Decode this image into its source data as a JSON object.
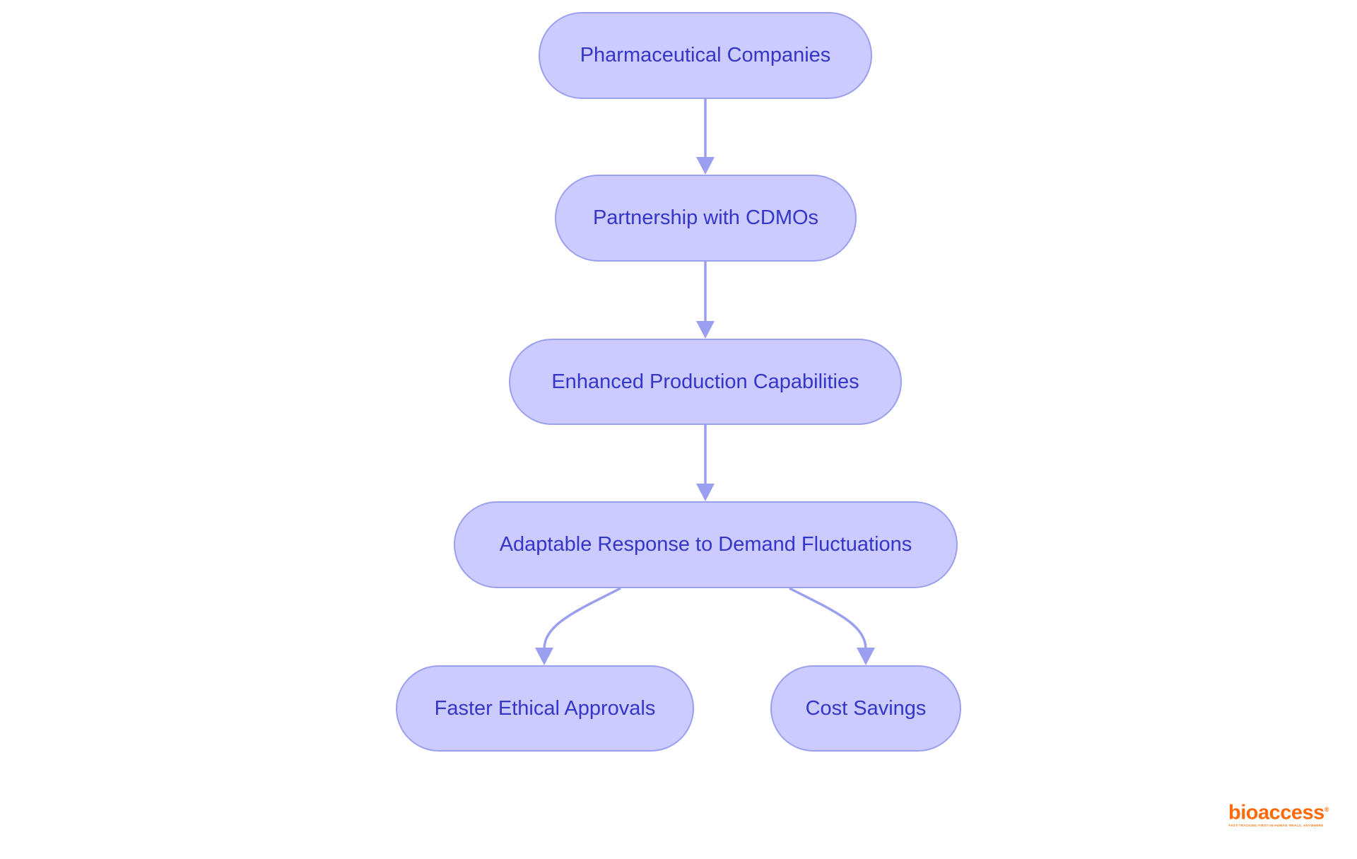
{
  "nodes": [
    {
      "id": "n1",
      "label": "Pharmaceutical Companies"
    },
    {
      "id": "n2",
      "label": "Partnership with CDMOs"
    },
    {
      "id": "n3",
      "label": "Enhanced Production Capabilities"
    },
    {
      "id": "n4",
      "label": "Adaptable Response to Demand Fluctuations"
    },
    {
      "id": "n5",
      "label": "Faster Ethical Approvals"
    },
    {
      "id": "n6",
      "label": "Cost Savings"
    }
  ],
  "edges": [
    [
      "n1",
      "n2"
    ],
    [
      "n2",
      "n3"
    ],
    [
      "n3",
      "n4"
    ],
    [
      "n4",
      "n5"
    ],
    [
      "n4",
      "n6"
    ]
  ],
  "colors": {
    "node_fill": "#cbcbff",
    "node_border": "#9b9ff0",
    "text": "#3535c8",
    "edge": "#9b9ff0",
    "logo": "#ff6b0a"
  },
  "logo": {
    "name": "bioaccess",
    "registered": "®",
    "tagline": "FAST-TRACKING FIRST-IN-HUMAN TRIALS, ANYWHERE"
  }
}
